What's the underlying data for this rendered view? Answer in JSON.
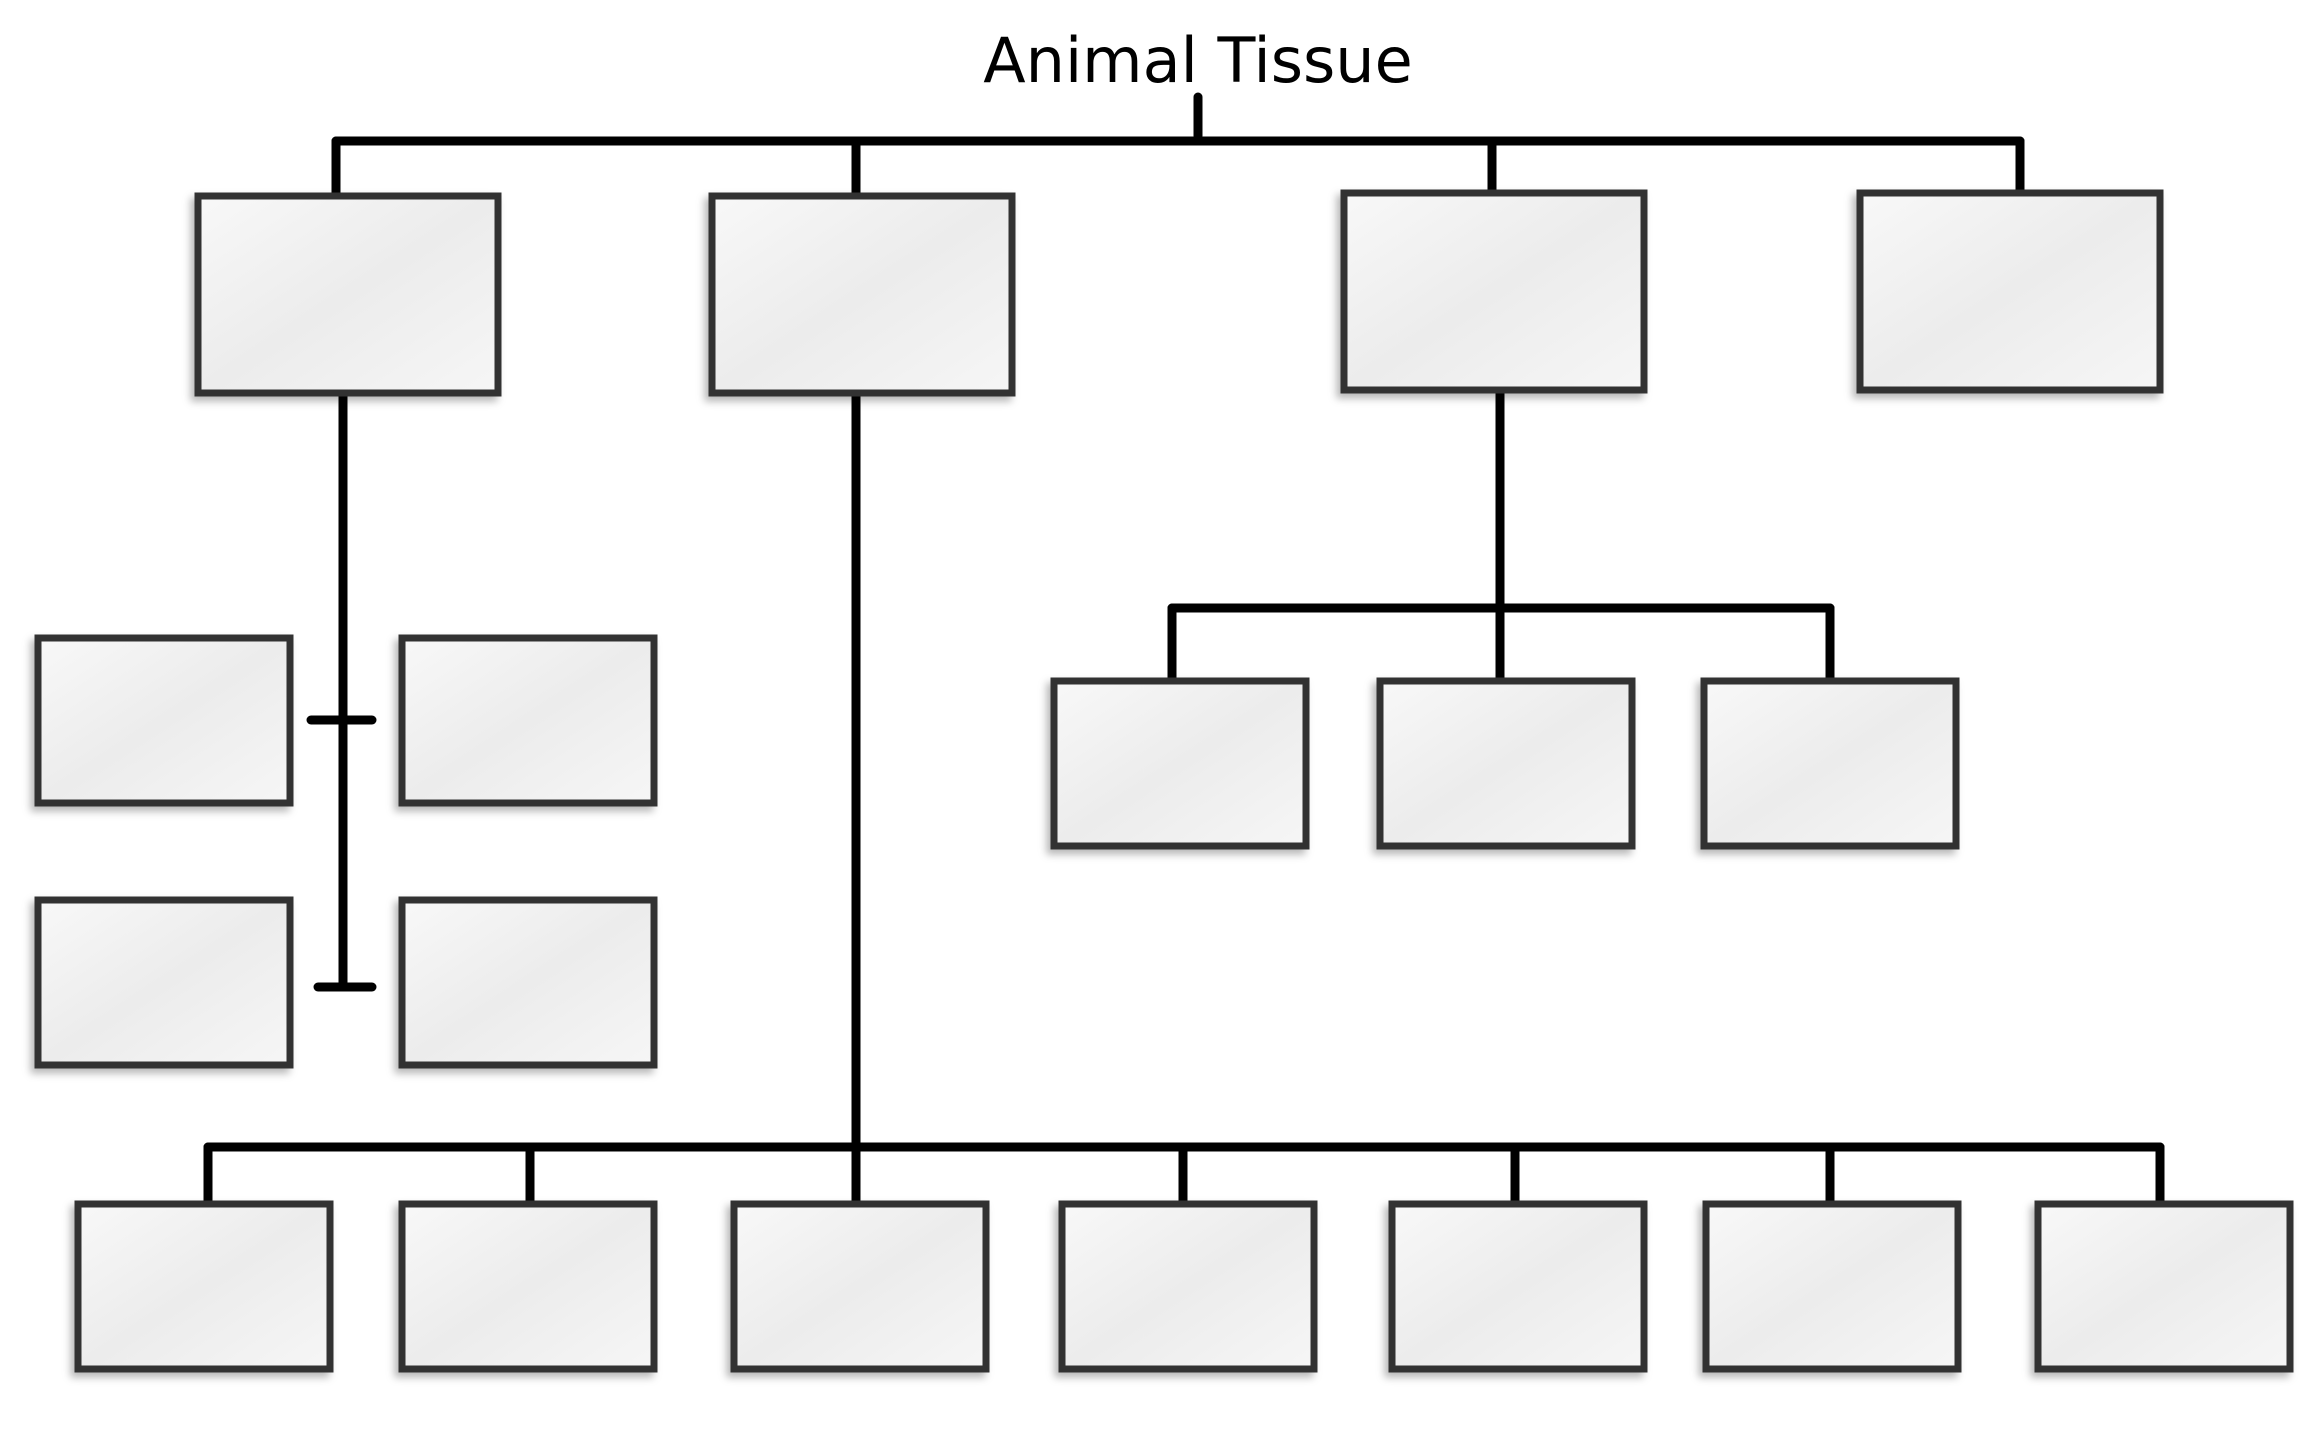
{
  "diagram": {
    "title": "Animal Tissue",
    "colors": {
      "line": "#000000",
      "box_border": "#333333",
      "box_fill_light": "#f8f8f8",
      "box_fill_dark": "#e6e6e6",
      "background": "#ffffff"
    },
    "nodes": [
      {
        "id": "category-1",
        "label": ""
      },
      {
        "id": "category-2",
        "label": ""
      },
      {
        "id": "category-3",
        "label": ""
      },
      {
        "id": "category-4",
        "label": ""
      },
      {
        "id": "category-1-sub-1",
        "label": ""
      },
      {
        "id": "category-1-sub-2",
        "label": ""
      },
      {
        "id": "category-1-sub-3",
        "label": ""
      },
      {
        "id": "category-1-sub-4",
        "label": ""
      },
      {
        "id": "category-3-sub-1",
        "label": ""
      },
      {
        "id": "category-3-sub-2",
        "label": ""
      },
      {
        "id": "category-3-sub-3",
        "label": ""
      },
      {
        "id": "category-2-sub-1",
        "label": ""
      },
      {
        "id": "category-2-sub-2",
        "label": ""
      },
      {
        "id": "category-2-sub-3",
        "label": ""
      },
      {
        "id": "category-2-sub-4",
        "label": ""
      },
      {
        "id": "category-2-sub-5",
        "label": ""
      },
      {
        "id": "category-2-sub-6",
        "label": ""
      },
      {
        "id": "category-2-sub-7",
        "label": ""
      }
    ],
    "edges": [
      [
        "root",
        "category-1"
      ],
      [
        "root",
        "category-2"
      ],
      [
        "root",
        "category-3"
      ],
      [
        "root",
        "category-4"
      ],
      [
        "category-1",
        "category-1-sub-1"
      ],
      [
        "category-1",
        "category-1-sub-2"
      ],
      [
        "category-1",
        "category-1-sub-3"
      ],
      [
        "category-1",
        "category-1-sub-4"
      ],
      [
        "category-3",
        "category-3-sub-1"
      ],
      [
        "category-3",
        "category-3-sub-2"
      ],
      [
        "category-3",
        "category-3-sub-3"
      ],
      [
        "category-2",
        "category-2-sub-1"
      ],
      [
        "category-2",
        "category-2-sub-2"
      ],
      [
        "category-2",
        "category-2-sub-3"
      ],
      [
        "category-2",
        "category-2-sub-4"
      ],
      [
        "category-2",
        "category-2-sub-5"
      ],
      [
        "category-2",
        "category-2-sub-6"
      ],
      [
        "category-2",
        "category-2-sub-7"
      ]
    ]
  }
}
